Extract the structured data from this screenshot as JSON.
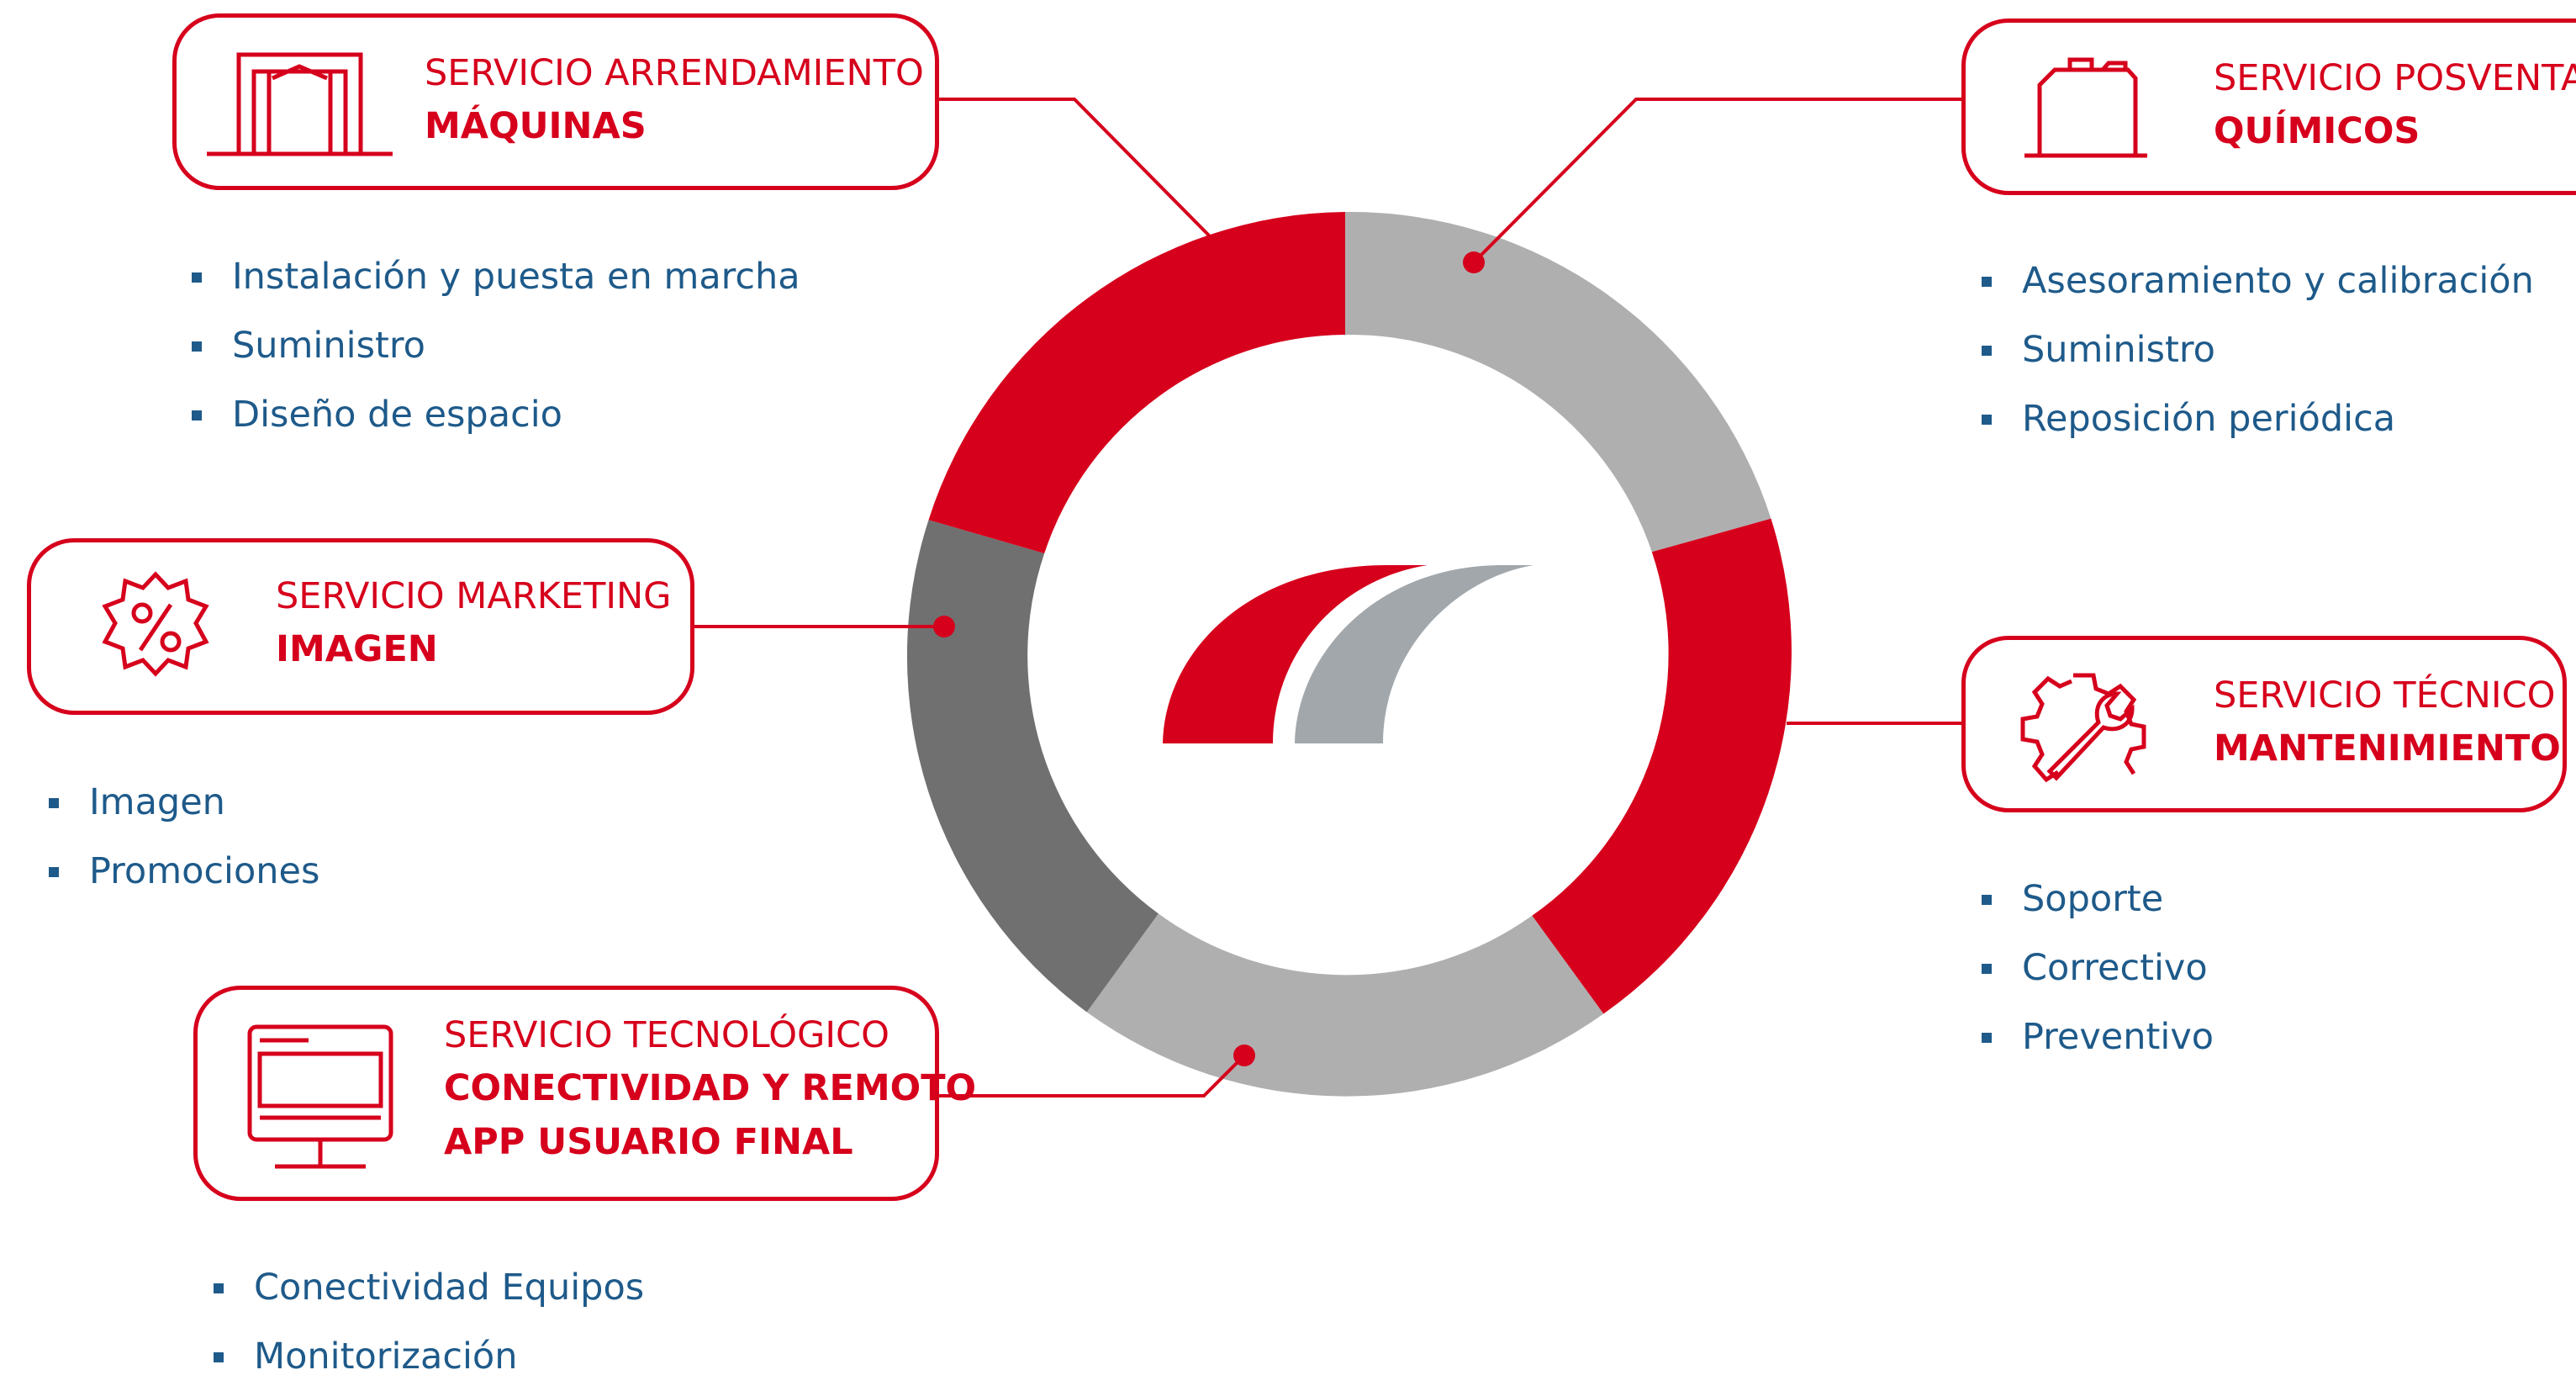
{
  "colors": {
    "red": "#d6001c",
    "light_gray": "#b0afb0",
    "dark_gray": "#707070",
    "logo_gray": "#a1a7ab",
    "text_blue": "#1e5a8a"
  },
  "services": {
    "arrendamiento": {
      "title": "SERVICIO ARRENDAMIENTO",
      "subtitle": "MÁQUINAS",
      "icon": "machine-frame-icon",
      "items": [
        "Instalación y puesta en marcha",
        "Suministro",
        "Diseño de espacio"
      ]
    },
    "posventa": {
      "title": "SERVICIO POSVENTA",
      "subtitle": "QUÍMICOS",
      "icon": "canister-icon",
      "items": [
        "Asesoramiento y calibración",
        "Suministro",
        "Reposición periódica"
      ]
    },
    "marketing": {
      "title": "SERVICIO MARKETING",
      "subtitle": "IMAGEN",
      "icon": "percent-badge-icon",
      "items": [
        "Imagen",
        "Promociones"
      ]
    },
    "tecnico": {
      "title": "SERVICIO TÉCNICO",
      "subtitle": "MANTENIMIENTO",
      "icon": "gear-wrench-icon",
      "items": [
        "Soporte",
        "Correctivo",
        "Preventivo"
      ]
    },
    "tecnologico": {
      "title": "SERVICIO TECNOLÓGICO",
      "subtitle": "CONECTIVIDAD Y REMOTO",
      "subtitle2": "APP USUARIO FINAL",
      "icon": "monitor-icon",
      "items": [
        "Conectividad Equipos",
        "Monitorización"
      ]
    }
  },
  "center_logo": {
    "icon": "brand-arches-logo"
  }
}
